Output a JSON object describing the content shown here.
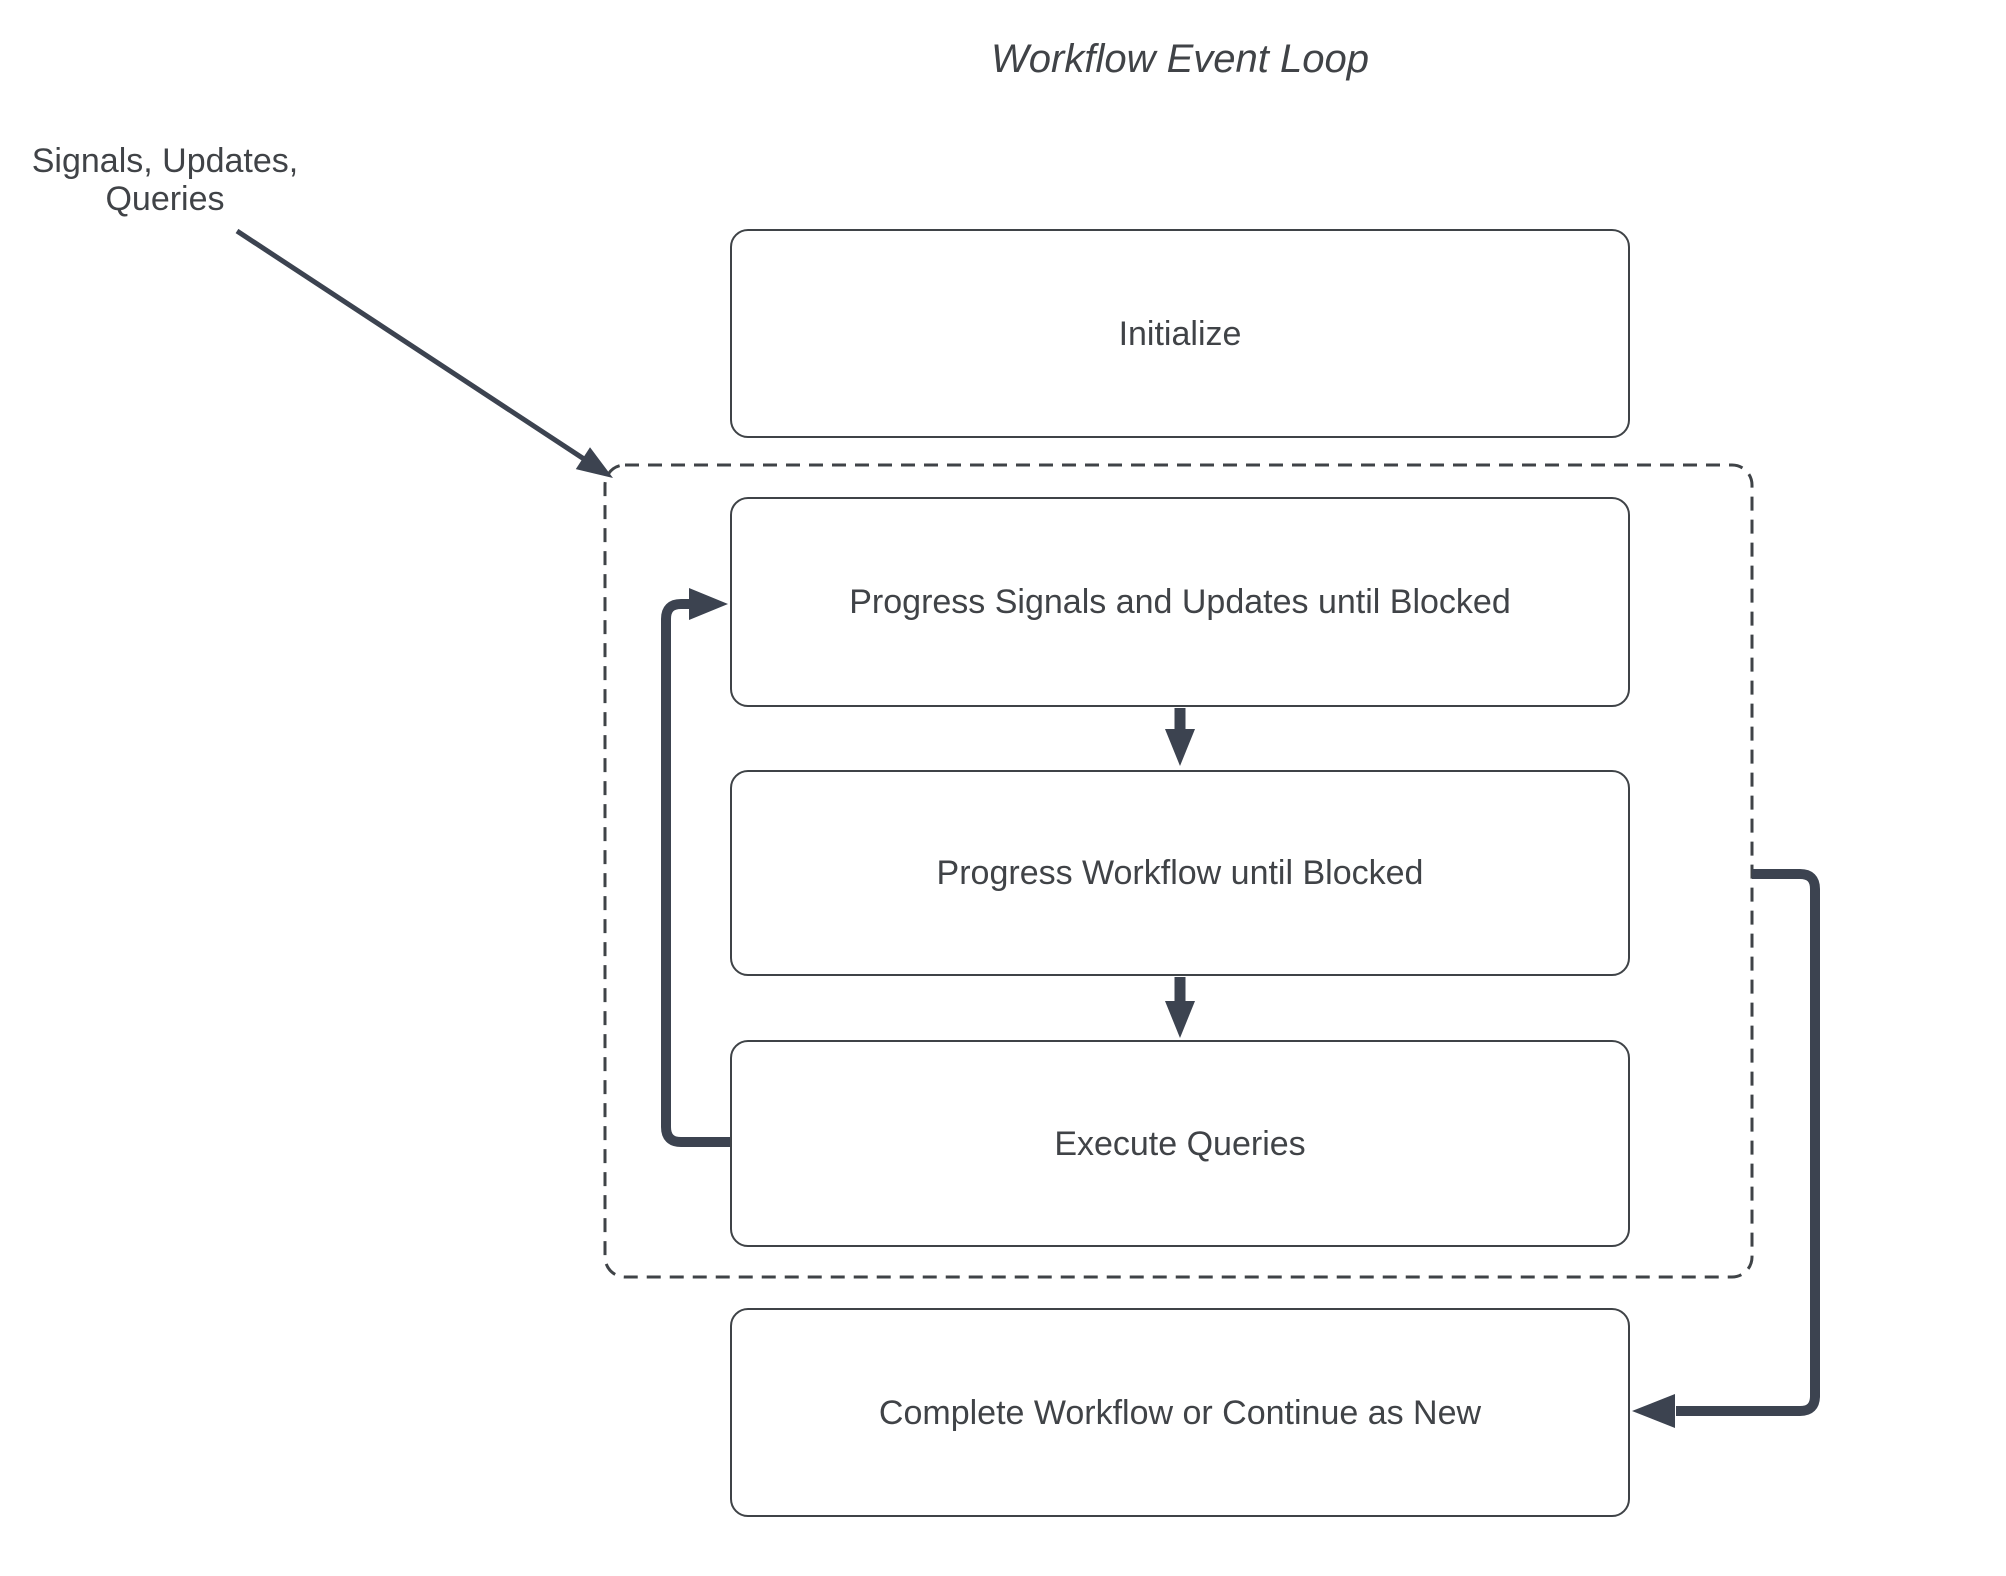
{
  "diagram": {
    "title": "Workflow Event Loop",
    "annotation": "Signals, Updates,\nQueries",
    "nodes": [
      {
        "id": "initialize",
        "label": "Initialize"
      },
      {
        "id": "progress-signals-updates",
        "label": "Progress Signals and Updates until Blocked"
      },
      {
        "id": "progress-workflow",
        "label": "Progress Workflow until Blocked"
      },
      {
        "id": "execute-queries",
        "label": "Execute Queries"
      },
      {
        "id": "complete-or-continue",
        "label": "Complete Workflow or Continue as New"
      }
    ],
    "group": {
      "id": "event-loop-group",
      "style": "dashed"
    },
    "connectors": [
      {
        "id": "signals-into-loop",
        "from": "annotation",
        "to": "event-loop-group"
      },
      {
        "id": "signals-to-workflow",
        "from": "progress-signals-updates",
        "to": "progress-workflow"
      },
      {
        "id": "workflow-to-queries",
        "from": "progress-workflow",
        "to": "execute-queries"
      },
      {
        "id": "queries-back-to-signals",
        "from": "execute-queries",
        "to": "progress-signals-updates"
      },
      {
        "id": "loop-to-complete",
        "from": "event-loop-group",
        "to": "complete-or-continue"
      }
    ],
    "colors": {
      "background": "#ffffff",
      "node_fill": "#ffffff",
      "node_border": "#3f4347",
      "connector": "#3c4350",
      "text": "#404347"
    }
  }
}
